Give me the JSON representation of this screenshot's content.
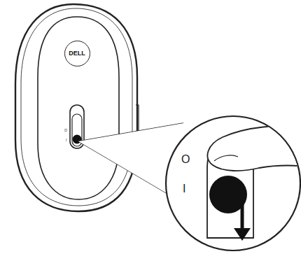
{
  "diagram": {
    "nodes": [
      {
        "text": [
          "DELL"
        ]
      }
    ],
    "labels": [
      "O",
      "I",
      "O",
      "I"
    ]
  }
}
